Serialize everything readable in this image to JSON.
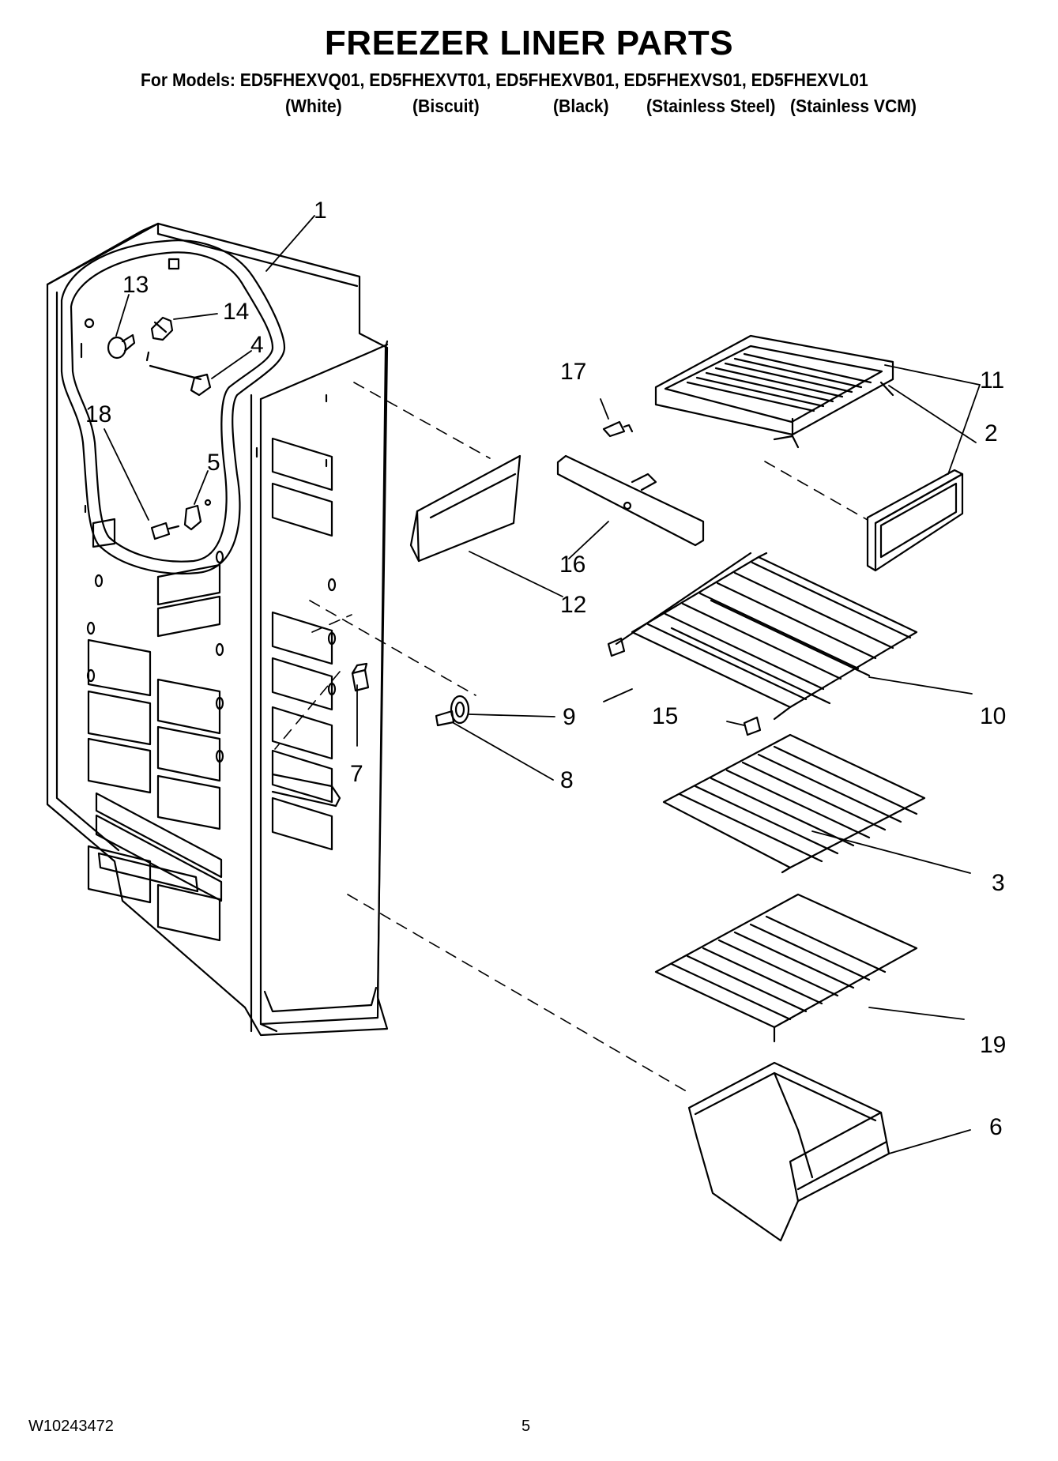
{
  "title": "FREEZER LINER PARTS",
  "models_line": "For Models: ED5FHEXVQ01, ED5FHEXVT01, ED5FHEXVB01, ED5FHEXVS01, ED5FHEXVL01",
  "variants": [
    "(White)",
    "(Biscuit)",
    "(Black)",
    "(Stainless Steel)",
    "(Stainless VCM)"
  ],
  "callouts": [
    "1",
    "2",
    "3",
    "4",
    "5",
    "6",
    "7",
    "8",
    "9",
    "10",
    "11",
    "12",
    "13",
    "14",
    "15",
    "16",
    "17",
    "18",
    "19"
  ],
  "footer": {
    "doc_number": "W10243472",
    "page": "5"
  }
}
